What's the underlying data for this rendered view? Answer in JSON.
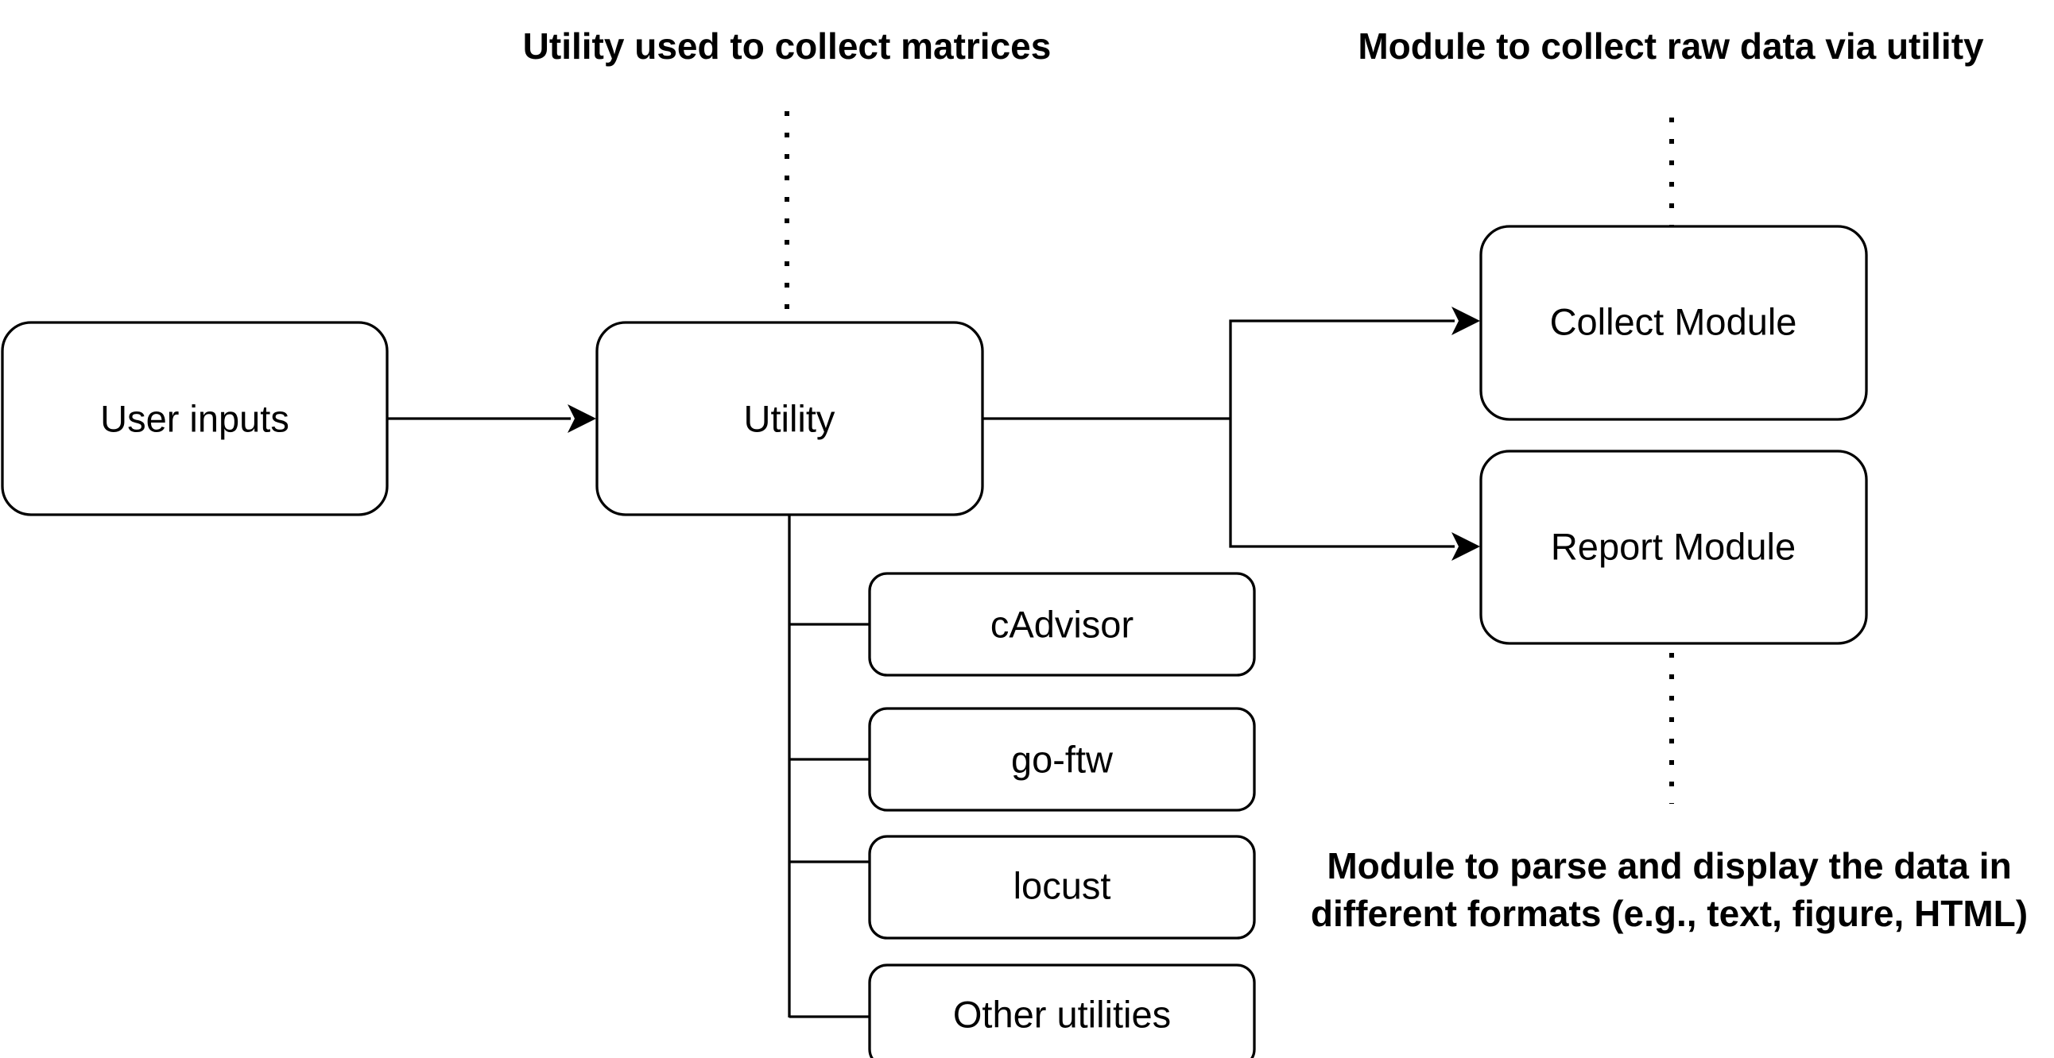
{
  "diagram": {
    "nodes": {
      "user_inputs": "User inputs",
      "utility": "Utility",
      "collect_module": "Collect Module",
      "report_module": "Report Module",
      "cadvisor": "cAdvisor",
      "go_ftw": "go-ftw",
      "locust": "locust",
      "other_utilities": "Other utilities"
    },
    "annotations": {
      "utility_note": "Utility used to collect matrices",
      "collect_note": "Module to collect raw data via utility",
      "report_note_line1": "Module to parse and display the data in",
      "report_note_line2": "different formats (e.g., text, figure, HTML)"
    },
    "edges": [
      {
        "from": "User inputs",
        "to": "Utility",
        "arrow": true
      },
      {
        "from": "Utility",
        "to": "Collect Module",
        "arrow": true
      },
      {
        "from": "Utility",
        "to": "Report Module",
        "arrow": true
      },
      {
        "from": "Utility",
        "to": "cAdvisor",
        "arrow": false
      },
      {
        "from": "Utility",
        "to": "go-ftw",
        "arrow": false
      },
      {
        "from": "Utility",
        "to": "locust",
        "arrow": false
      },
      {
        "from": "Utility",
        "to": "Other utilities",
        "arrow": false
      }
    ],
    "colors": {
      "stroke": "#000000",
      "fill": "#ffffff",
      "text": "#000000"
    }
  }
}
